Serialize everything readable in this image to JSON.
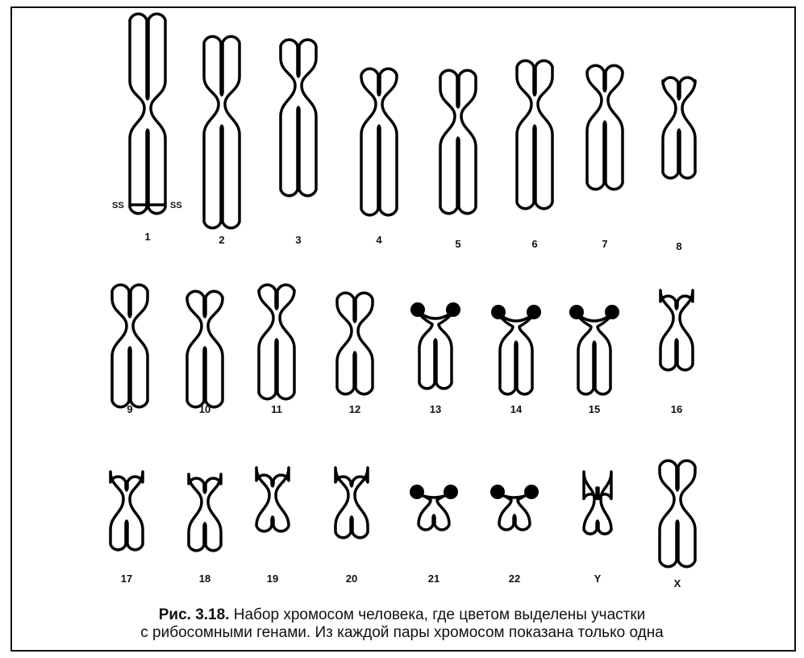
{
  "figure": {
    "caption": {
      "figure_number": "Рис. 3.18.",
      "line1": "Набор хромосом человека, где цветом выделены участки",
      "line2": "с рибосомными генами. Из каждой пары хромосом показана только одна"
    },
    "ss_label": "SS",
    "chromosomes": [
      {
        "label": "1",
        "rDNA": false,
        "ss_band": true
      },
      {
        "label": "2",
        "rDNA": false
      },
      {
        "label": "3",
        "rDNA": false
      },
      {
        "label": "4",
        "rDNA": false
      },
      {
        "label": "5",
        "rDNA": false
      },
      {
        "label": "6",
        "rDNA": false
      },
      {
        "label": "7",
        "rDNA": false
      },
      {
        "label": "8",
        "rDNA": false
      },
      {
        "label": "9",
        "rDNA": false
      },
      {
        "label": "10",
        "rDNA": false
      },
      {
        "label": "11",
        "rDNA": false
      },
      {
        "label": "12",
        "rDNA": false
      },
      {
        "label": "13",
        "rDNA": true
      },
      {
        "label": "14",
        "rDNA": true
      },
      {
        "label": "15",
        "rDNA": true
      },
      {
        "label": "16",
        "rDNA": false
      },
      {
        "label": "17",
        "rDNA": false
      },
      {
        "label": "18",
        "rDNA": false
      },
      {
        "label": "19",
        "rDNA": false
      },
      {
        "label": "20",
        "rDNA": false
      },
      {
        "label": "21",
        "rDNA": true
      },
      {
        "label": "22",
        "rDNA": true
      },
      {
        "label": "Y",
        "rDNA": false
      },
      {
        "label": "X",
        "rDNA": false
      }
    ],
    "colors": {
      "outline": "#000000",
      "satellite": "#000000",
      "background": "#ffffff"
    }
  }
}
